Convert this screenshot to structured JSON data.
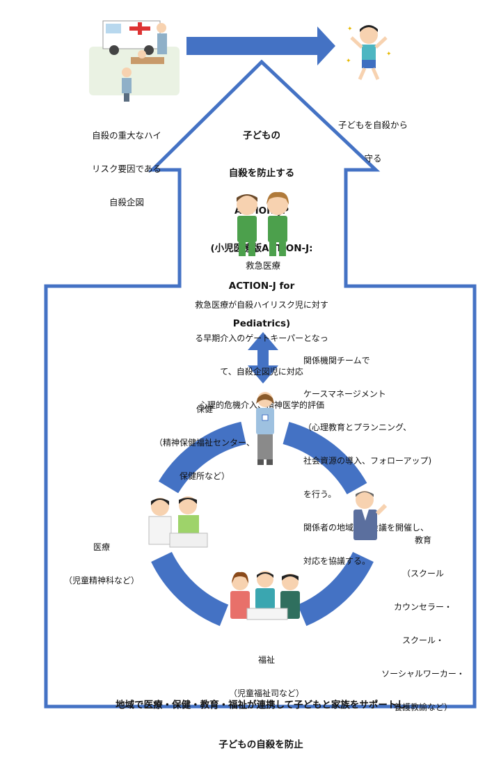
{
  "top_left_caption": [
    "自殺の重大なハイ",
    "リスク要因である",
    "自殺企図"
  ],
  "top_right_caption": [
    "子どもを自殺から",
    "守る"
  ],
  "house_title": [
    "子どもの",
    "自殺を防止する",
    "ACTION-JP",
    "(小児医療版ACTION-J:",
    "ACTION-J for",
    "Pediatrics)"
  ],
  "emergency_label": "救急医療",
  "emergency_desc": [
    "救急医療が自殺ハイリスク児に対す",
    "る早期介入のゲートキーパーとなっ",
    "て、自殺企図児に対応",
    "心理的危機介入、精神医学的評価"
  ],
  "case_mgmt": [
    "関係機関チームで",
    "ケースマネージメント",
    "（心理教育とプランニング、",
    "社会資源の導入、フォローアップ)",
    "を行う。",
    "関係者の地域連携会議を開催し、",
    "対応を協議する。"
  ],
  "health": [
    "保健",
    "（精神保健福祉センター、",
    "保健所など）"
  ],
  "medical": [
    "医療",
    "（児童精神科など）"
  ],
  "education": [
    "教育",
    "（スクール",
    "カウンセラー・",
    "スクール・",
    "ソーシャルワーカー・",
    "養護教諭など）"
  ],
  "welfare": [
    "福祉",
    "（児童福祉司など）"
  ],
  "footer": [
    "地域で医療・保健・教育・福祉が連携して子どもと家族をサポートし",
    "子どもの自殺を防止"
  ],
  "colors": {
    "blue": "#4472c4",
    "green": "#4ca04c",
    "skin": "#f7d2b0"
  }
}
